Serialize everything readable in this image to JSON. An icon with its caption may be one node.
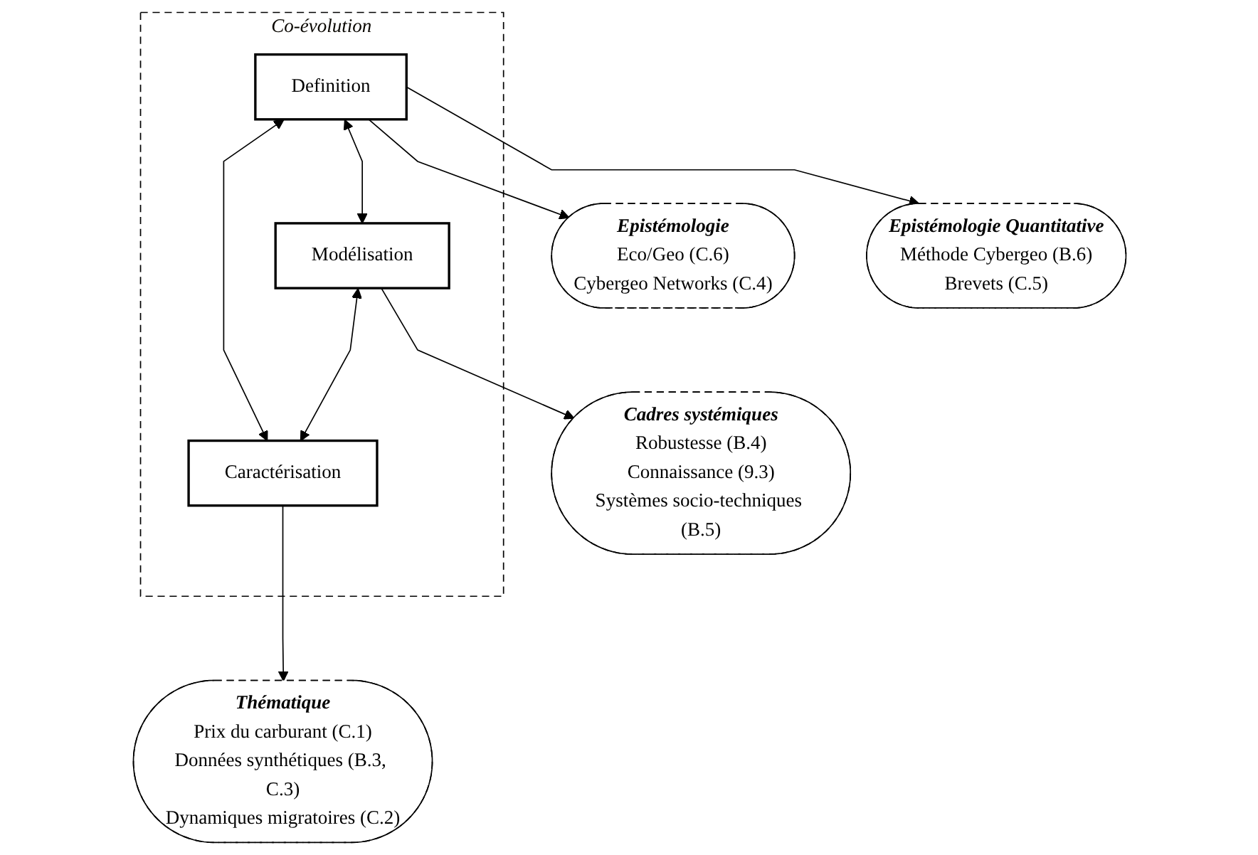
{
  "diagram": {
    "nodes": [
      {
        "text": [
          "Epistémologie",
          "Eco/Geo (C.6)",
          "Cybergeo Networks (C.4)"
        ]
      },
      {
        "text": [
          "Epistémologie Quantitative",
          "Méthode Cybergeo (B.6)",
          "Brevets (C.5)"
        ]
      },
      {
        "text": [
          "Co-évolution"
        ]
      },
      {
        "text": [
          "Definition"
        ],
        "in": 2
      },
      {
        "text": [
          "Modélisation"
        ],
        "in": 2
      },
      {
        "text": [
          "Caractérisation"
        ],
        "in": 2
      },
      {
        "text": [
          "Cadres systémiques",
          "Robustesse (B.4)",
          "Connaissance (9.3)",
          "Systèmes socio-techniques (B.5)"
        ]
      },
      {
        "text": [
          "Thématique",
          "Prix du carburant (C.1)",
          "Données synthétiques (B.3, C.3)",
          "Dynamiques migratoires (C.2)"
        ]
      }
    ],
    "edges": [
      {
        "from": 3,
        "to": 0,
        "arrow": "to"
      },
      {
        "from": 3,
        "to": 1,
        "arrow": "to"
      },
      {
        "from": 3,
        "to": 4,
        "arrow": "both"
      },
      {
        "from": 4,
        "to": 6,
        "arrow": "to"
      },
      {
        "from": 3,
        "to": 5,
        "arrow": "both"
      },
      {
        "from": 4,
        "to": 5,
        "arrow": "both"
      },
      {
        "from": 5,
        "to": 7,
        "arrow": "to"
      }
    ]
  }
}
